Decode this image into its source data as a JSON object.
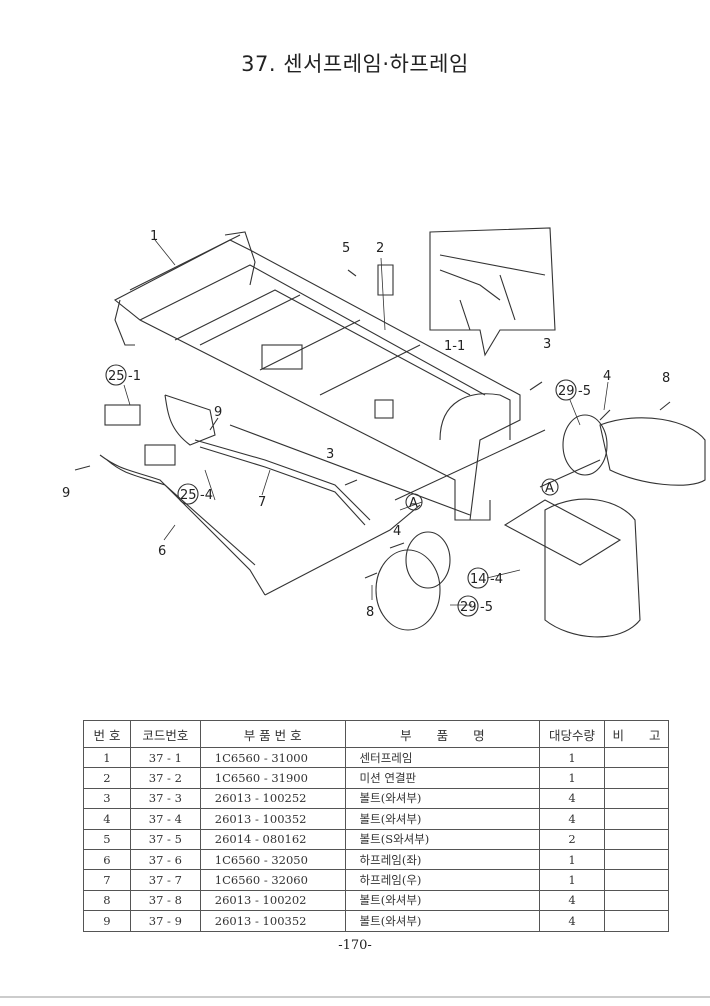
{
  "title": "37. 센서프레임·하프레임",
  "diagram": {
    "callouts": [
      "1",
      "5",
      "2",
      "1-1",
      "3",
      "4",
      "8",
      "29",
      "-5",
      "25",
      "-1",
      "9",
      "9",
      "3",
      "25",
      "-4",
      "7",
      "6",
      "A",
      "A",
      "4",
      "14",
      "-4",
      "8",
      "29",
      "-5"
    ]
  },
  "table": {
    "headers": [
      "번 호",
      "코드번호",
      "부 품 번 호",
      "부　　품　　명",
      "대당수량",
      "비　　고"
    ],
    "rows": [
      {
        "no": "1",
        "code": "37 - 1",
        "part_no": "1C6560 - 31000",
        "name": "센터프레임",
        "qty": "1",
        "note": ""
      },
      {
        "no": "2",
        "code": "37 - 2",
        "part_no": "1C6560 - 31900",
        "name": "미션 연결판",
        "qty": "1",
        "note": ""
      },
      {
        "no": "3",
        "code": "37 - 3",
        "part_no": "26013 - 100252",
        "name": "볼트(와셔부)",
        "qty": "4",
        "note": ""
      },
      {
        "no": "4",
        "code": "37 - 4",
        "part_no": "26013 - 100352",
        "name": "볼트(와셔부)",
        "qty": "4",
        "note": ""
      },
      {
        "no": "5",
        "code": "37 - 5",
        "part_no": "26014 - 080162",
        "name": "볼트(S와셔부)",
        "qty": "2",
        "note": ""
      },
      {
        "no": "6",
        "code": "37 - 6",
        "part_no": "1C6560 - 32050",
        "name": "하프레임(좌)",
        "qty": "1",
        "note": ""
      },
      {
        "no": "7",
        "code": "37 - 7",
        "part_no": "1C6560 - 32060",
        "name": "하프레임(우)",
        "qty": "1",
        "note": ""
      },
      {
        "no": "8",
        "code": "37 - 8",
        "part_no": "26013 - 100202",
        "name": "볼트(와셔부)",
        "qty": "4",
        "note": ""
      },
      {
        "no": "9",
        "code": "37 - 9",
        "part_no": "26013 - 100352",
        "name": "볼트(와셔부)",
        "qty": "4",
        "note": ""
      }
    ]
  },
  "page_number": "-170-"
}
